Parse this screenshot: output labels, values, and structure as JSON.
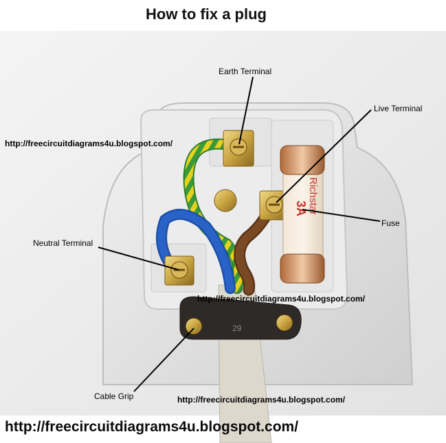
{
  "title": "How to fix a plug",
  "labels": {
    "earth": "Earth Terminal",
    "live": "Live Terminal",
    "fuse": "Fuse",
    "neutral": "Neutral Terminal",
    "cable_grip": "Cable Grip"
  },
  "fuse_text": {
    "brand": "Richstar",
    "rating": "3A"
  },
  "cable_grip_number": "29",
  "watermarks": {
    "top_left": "http://freecircuitdiagrams4u.blogspot.com/",
    "middle": "http://freecircuitdiagrams4u.blogspot.com/",
    "bottom_small": "http://freecircuitdiagrams4u.blogspot.com/",
    "footer": "http://freecircuitdiagrams4u.blogspot.com/"
  },
  "colors": {
    "plug_body": "#eeeeee",
    "earth_wire_green": "#3a9a3a",
    "earth_wire_yellow": "#e6d21e",
    "neutral_wire": "#2a63c8",
    "live_wire": "#7a4a25",
    "brass": "#c9a441"
  }
}
